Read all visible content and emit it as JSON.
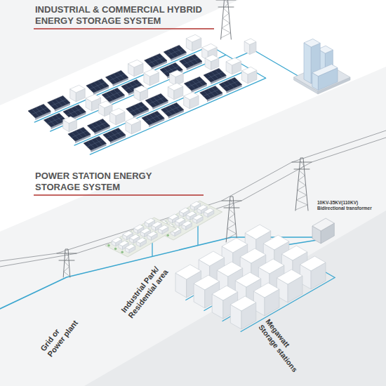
{
  "diagram": {
    "title": "INDUSTRIAL & COMMERCIAL HYBRID ENERGY STORAGE SYSTEM",
    "labels": [
      "POWER STATION ENERGY STORAGE SYSTEM",
      "Industrial Park/ Residential area",
      "Grid or Power plant",
      "Megawatt Storage stations",
      "10KV-35KV(110KV) Bidirectional transformer"
    ]
  }
}
